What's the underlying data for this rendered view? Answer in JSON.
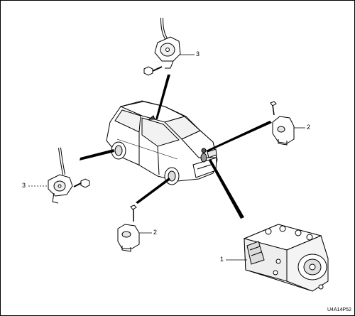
{
  "diagram": {
    "callouts": {
      "speed_sensor_rear_right": "3",
      "speed_sensor_front_right": "2",
      "speed_sensor_rear_left": "3",
      "speed_sensor_front_left": "2",
      "abs_hydraulic_unit": "1"
    },
    "figure_code": "U4A14P52"
  }
}
